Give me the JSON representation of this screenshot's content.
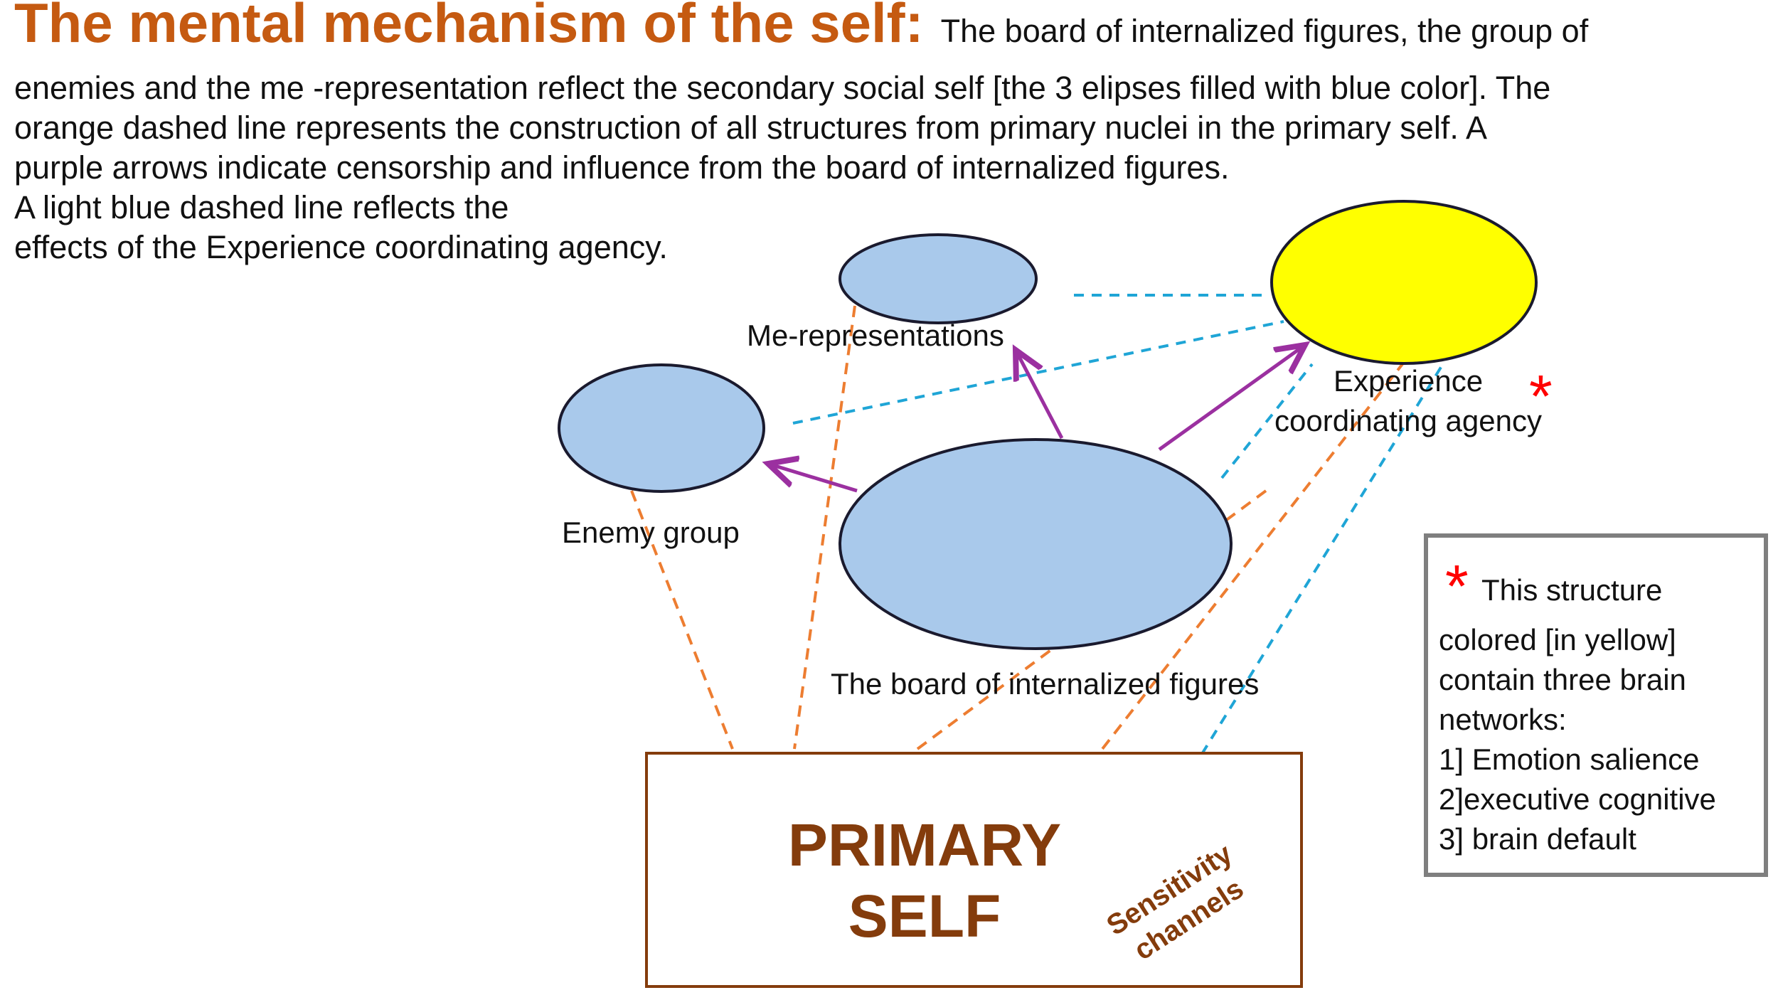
{
  "header": {
    "title": "The mental mechanism of the self:",
    "first_line": "The board of internalized figures, the group of",
    "lines": [
      "enemies and the me  -representation reflect the secondary social self [the   3 elipses filled with blue color]. The",
      "orange dashed line represents the construction of all structures from primary nuclei in the primary self. A",
      "purple arrows indicate censorship and influence from the board of internalized figures.",
      "A light blue dashed line reflects the",
      "effects of the Experience coordinating agency."
    ]
  },
  "nodes": {
    "me_representations": "Me-representations",
    "enemy_group": "Enemy group",
    "board": "The board of internalized figures",
    "experience_line1": "Experience",
    "experience_line2": "coordinating agency",
    "primary_line1": "PRIMARY",
    "primary_line2": "SELF",
    "sensitivity_line1": "Sensitivity",
    "sensitivity_line2": "channels"
  },
  "note": {
    "star": "*",
    "lines": [
      "This structure",
      "colored [in yellow]",
      "contain three brain",
      "networks:",
      "1] Emotion salience",
      "2]executive cognitive",
      "3] brain default"
    ]
  },
  "colors": {
    "title": "#c55a11",
    "blue_ellipse": "#a9c9eb",
    "yellow_ellipse": "#ffff00",
    "orange_dashed": "#ed7d31",
    "light_blue_dashed": "#1fa5d6",
    "purple_arrow": "#9b30a0",
    "primary_text": "#843c0c",
    "star": "#ff0000"
  }
}
